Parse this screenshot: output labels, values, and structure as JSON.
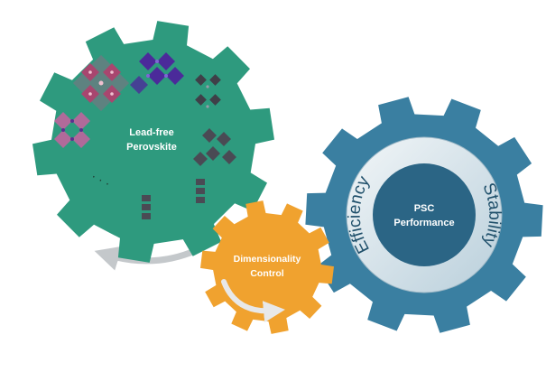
{
  "colors": {
    "green_gear": "#2e9a7e",
    "orange_gear": "#f0a22f",
    "blue_gear": "#3a7fa1",
    "blue_inner": "#2b6585",
    "ring_light": "#dfeaf0",
    "arrow_gray": "#c4c8cb",
    "crystal_purple": "#5a2f8f",
    "crystal_pink": "#b85583",
    "crystal_gray": "#5a5a63"
  },
  "gears": {
    "perovskite": {
      "line1": "Lead-free",
      "line2": "Perovskite"
    },
    "dimensionality": {
      "line1": "Dimensionality",
      "line2": "Control"
    },
    "performance": {
      "line1": "PSC",
      "line2": "Performance",
      "left_arc": "Efficiency",
      "right_arc": "Stability"
    }
  },
  "ellipsis": "· · ·"
}
